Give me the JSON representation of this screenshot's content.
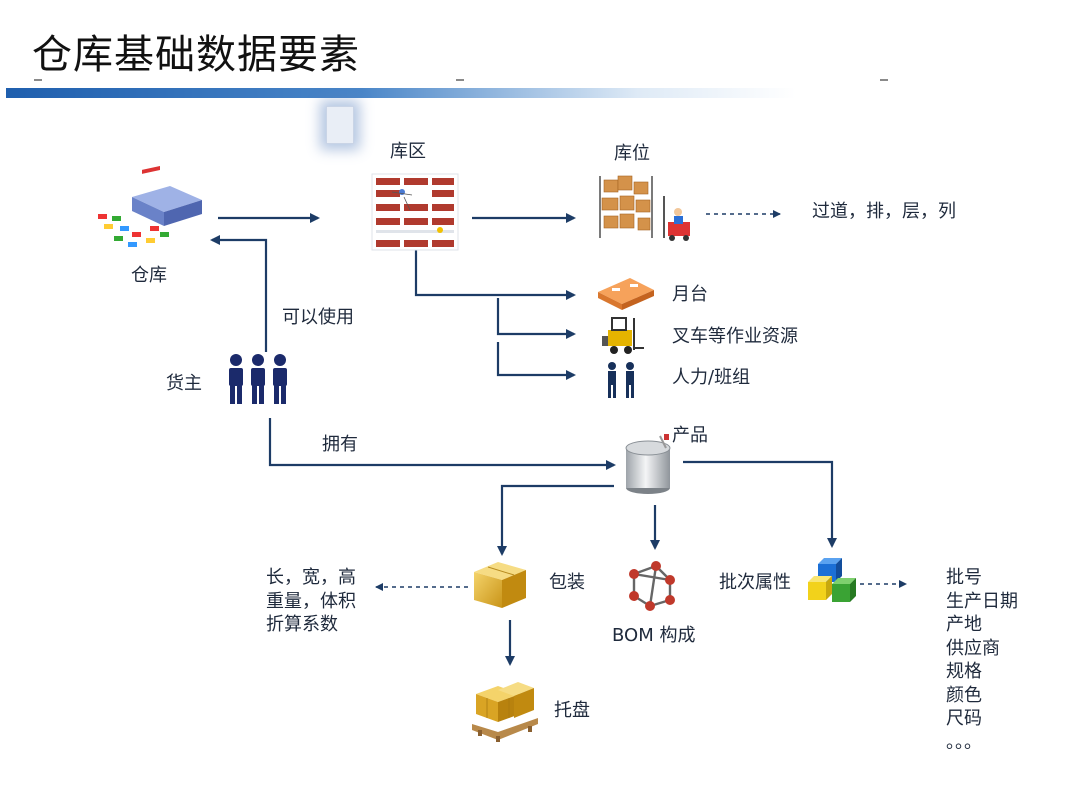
{
  "title": "仓库基础数据要素",
  "nodes": {
    "warehouse": "仓库",
    "zone": "库区",
    "location": "库位",
    "location_attrs": "过道，排，层，列",
    "dock": "月台",
    "forklift": "叉车等作业资源",
    "labor": "人力/班组",
    "owner": "货主",
    "can_use": "可以使用",
    "owns": "拥有",
    "product": "产品",
    "package": "包装",
    "pallet": "托盘",
    "bom": "BOM 构成",
    "batch_attrs": "批次属性"
  },
  "package_dims": [
    "长，宽，高",
    "重量，体积",
    "折算系数"
  ],
  "batch_list": [
    "批号",
    "生产日期",
    "产地",
    "供应商",
    "规格",
    "颜色",
    "尺码",
    "。。。"
  ]
}
